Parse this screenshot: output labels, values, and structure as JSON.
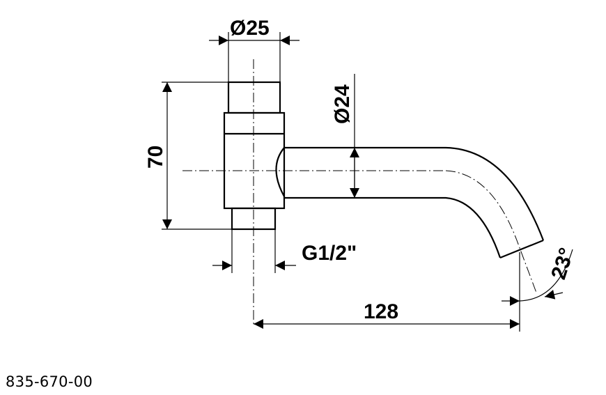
{
  "drawing": {
    "dimensions": {
      "top_diameter": "Ø25",
      "spout_diameter": "Ø24",
      "height": "70",
      "thread": "G1/2\"",
      "length": "128",
      "angle": "23°"
    },
    "article_number": "835-670-00"
  }
}
